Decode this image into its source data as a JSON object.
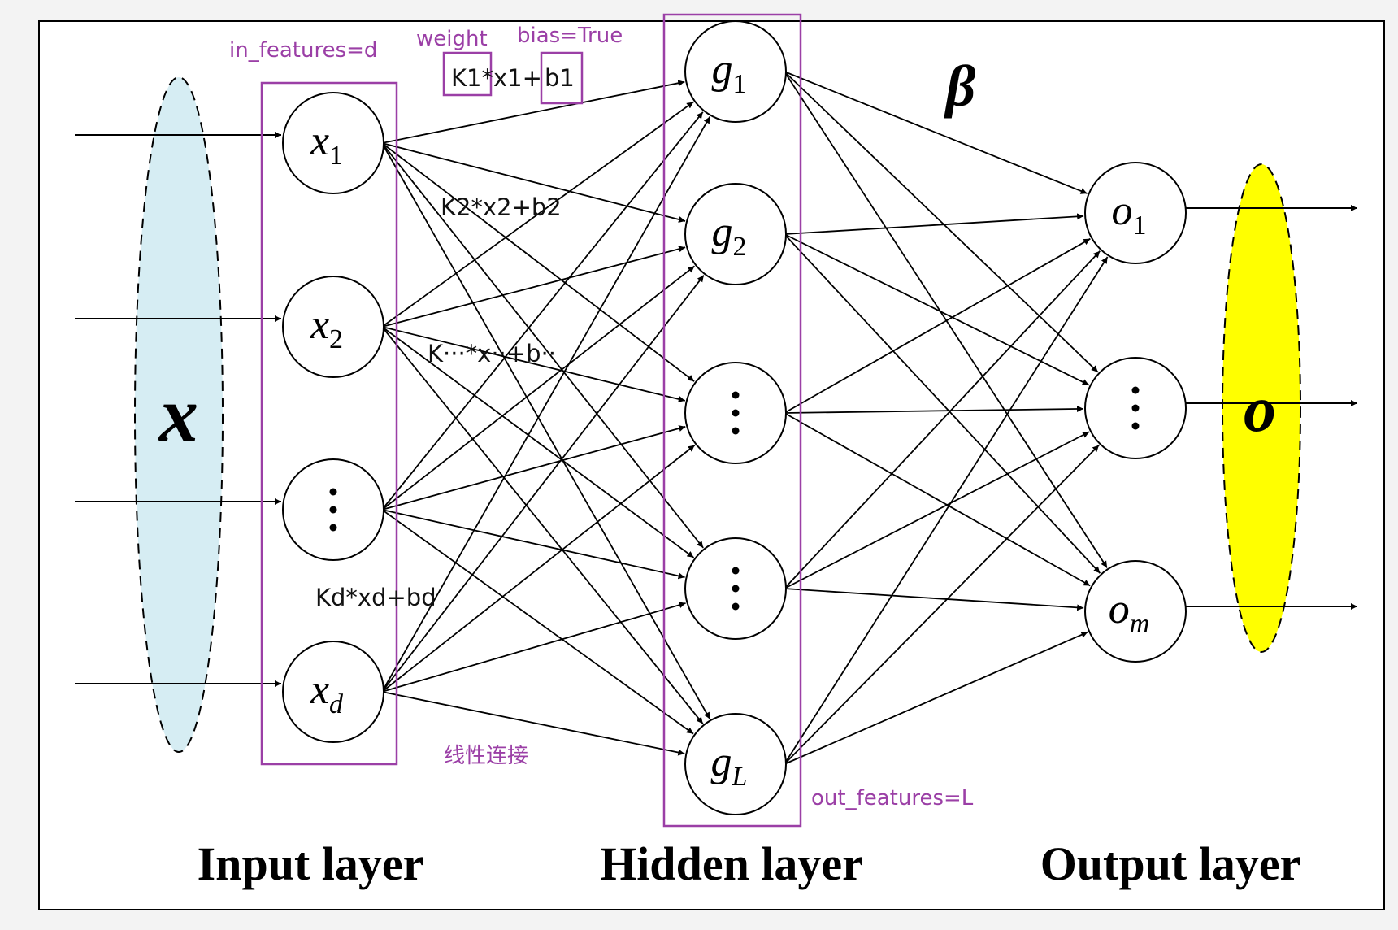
{
  "colors": {
    "annotation": "#9b3fa6",
    "input_ellipse": "#d6edf3",
    "output_ellipse": "#ffff00",
    "line": "#000000",
    "frame_bg": "#ffffff"
  },
  "vectors": {
    "input": "x",
    "output": "o",
    "weights": "β"
  },
  "nodes": {
    "input": [
      {
        "base": "x",
        "sub": "1"
      },
      {
        "base": "x",
        "sub": "2"
      },
      {
        "base": "",
        "sub": "",
        "ellipsis": true
      },
      {
        "base": "x",
        "sub": "d"
      }
    ],
    "hidden": [
      {
        "base": "g",
        "sub": "1"
      },
      {
        "base": "g",
        "sub": "2"
      },
      {
        "base": "",
        "sub": "",
        "ellipsis": true
      },
      {
        "base": "",
        "sub": "",
        "ellipsis": true
      },
      {
        "base": "g",
        "sub": "L"
      }
    ],
    "output": [
      {
        "base": "o",
        "sub": "1"
      },
      {
        "base": "",
        "sub": "",
        "ellipsis": true
      },
      {
        "base": "o",
        "sub": "m"
      }
    ]
  },
  "layer_labels": {
    "input": "Input layer",
    "hidden": "Hidden layer",
    "output": "Output layer"
  },
  "annotations": {
    "in_features": "in_features=d",
    "weight": "weight",
    "bias": "bias=True",
    "out_features": "out_features=L",
    "linear": "线性连接"
  },
  "formulas": {
    "f1_prefix": "K1*x1+",
    "f1_bias": "b1",
    "f2": "K2*x2+b2",
    "f3": "K···*x··+b··",
    "f4": "Kd*xd+bd"
  }
}
